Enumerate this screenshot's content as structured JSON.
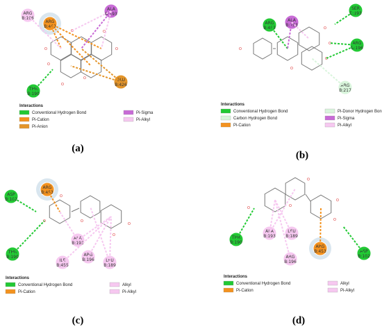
{
  "colors": {
    "conventional_hbond": "#22c934",
    "carbon_hbond": "#d9f5dc",
    "pi_donor_hbond": "#d9f5dc",
    "pi_cation": "#f3921f",
    "pi_anion": "#e4952a",
    "pi_sigma": "#c86bd6",
    "pi_alkyl": "#f6c8f0",
    "alkyl": "#f6c8f0",
    "bond": "#777777",
    "oxygen": "#d33333",
    "halo": "#c9dbe8"
  },
  "panels": [
    {
      "label": "(a)",
      "legend_title": "Interactions",
      "legend_left": [
        {
          "text": "Conventional Hydrogen Bond",
          "color_key": "conventional_hbond"
        },
        {
          "text": "Pi-Cation",
          "color_key": "pi_cation"
        },
        {
          "text": "Pi-Anion",
          "color_key": "pi_anion"
        }
      ],
      "legend_right": [
        {
          "text": "Pi-Sigma",
          "color_key": "pi_sigma"
        },
        {
          "text": "Pi-Alkyl",
          "color_key": "pi_alkyl"
        }
      ],
      "residues": [
        {
          "l1": "ARG",
          "l2": "B:196",
          "color_key": "pi_alkyl",
          "halo": false
        },
        {
          "l1": "ARG",
          "l2": "B:453",
          "color_key": "pi_cation",
          "halo": true
        },
        {
          "l1": "ALA",
          "l2": "B:193",
          "color_key": "pi_sigma",
          "halo": false
        },
        {
          "l1": "GLU",
          "l2": "B:426",
          "color_key": "pi_anion",
          "halo": false
        },
        {
          "l1": "THR",
          "l2": "B:190",
          "color_key": "conventional_hbond",
          "halo": false
        }
      ]
    },
    {
      "label": "(b)",
      "legend_title": "Interactions",
      "legend_left": [
        {
          "text": "Conventional Hydrogen Bond",
          "color_key": "conventional_hbond"
        },
        {
          "text": "Carbon Hydrogen Bond",
          "color_key": "carbon_hbond"
        },
        {
          "text": "Pi-Cation",
          "color_key": "pi_cation"
        }
      ],
      "legend_right": [
        {
          "text": "Pi-Donor Hydrogen Bond",
          "color_key": "pi_donor_hbond"
        },
        {
          "text": "Pi-Sigma",
          "color_key": "pi_sigma"
        },
        {
          "text": "Pi-Alkyl",
          "color_key": "pi_alkyl"
        }
      ],
      "residues": [
        {
          "l1": "ARG",
          "l2": "B:453",
          "color_key": "conventional_hbond",
          "halo": false
        },
        {
          "l1": "ALA",
          "l2": "B:193",
          "color_key": "pi_sigma",
          "halo": false
        },
        {
          "l1": "SER",
          "l2": "B:193",
          "color_key": "conventional_hbond",
          "halo": false
        },
        {
          "l1": "ARG",
          "l2": "B:196",
          "color_key": "conventional_hbond",
          "halo": false
        },
        {
          "l1": "ARG",
          "l2": "B:217",
          "color_key": "carbon_hbond",
          "halo": false
        }
      ]
    },
    {
      "label": "(c)",
      "legend_title": "Interactions",
      "legend_left": [
        {
          "text": "Conventional Hydrogen Bond",
          "color_key": "conventional_hbond"
        },
        {
          "text": "Pi-Cation",
          "color_key": "pi_cation"
        }
      ],
      "legend_right": [
        {
          "text": "Alkyl",
          "color_key": "alkyl"
        },
        {
          "text": "Pi-Alkyl",
          "color_key": "pi_alkyl"
        }
      ],
      "residues": [
        {
          "l1": "ARG",
          "l2": "B:453",
          "color_key": "pi_cation",
          "halo": true
        },
        {
          "l1": "ASP",
          "l2": "B:102",
          "color_key": "conventional_hbond",
          "halo": false
        },
        {
          "l1": "THR",
          "l2": "B:190",
          "color_key": "conventional_hbond",
          "halo": false
        },
        {
          "l1": "ALA",
          "l2": "B:193",
          "color_key": "pi_alkyl",
          "halo": false
        },
        {
          "l1": "ARG",
          "l2": "B:196",
          "color_key": "pi_alkyl",
          "halo": false
        },
        {
          "l1": "ILE",
          "l2": "B:455",
          "color_key": "pi_alkyl",
          "halo": false
        },
        {
          "l1": "LEU",
          "l2": "B:189",
          "color_key": "pi_alkyl",
          "halo": false
        }
      ]
    },
    {
      "label": "(d)",
      "legend_title": "Interactions",
      "legend_left": [
        {
          "text": "Conventional Hydrogen Bond",
          "color_key": "conventional_hbond"
        },
        {
          "text": "Pi-Cation",
          "color_key": "pi_cation"
        }
      ],
      "legend_right": [
        {
          "text": "Alkyl",
          "color_key": "alkyl"
        },
        {
          "text": "Pi-Alkyl",
          "color_key": "pi_alkyl"
        }
      ],
      "residues": [
        {
          "l1": "THR",
          "l2": "B:190",
          "color_key": "conventional_hbond",
          "halo": false
        },
        {
          "l1": "ALA",
          "l2": "B:193",
          "color_key": "pi_alkyl",
          "halo": false
        },
        {
          "l1": "LEU",
          "l2": "B:189",
          "color_key": "pi_alkyl",
          "halo": false
        },
        {
          "l1": "ARG",
          "l2": "B:196",
          "color_key": "pi_alkyl",
          "halo": false
        },
        {
          "l1": "ARG",
          "l2": "B:453",
          "color_key": "pi_cation",
          "halo": true
        },
        {
          "l1": "ASP",
          "l2": "B:102",
          "color_key": "conventional_hbond",
          "halo": false
        }
      ]
    }
  ]
}
